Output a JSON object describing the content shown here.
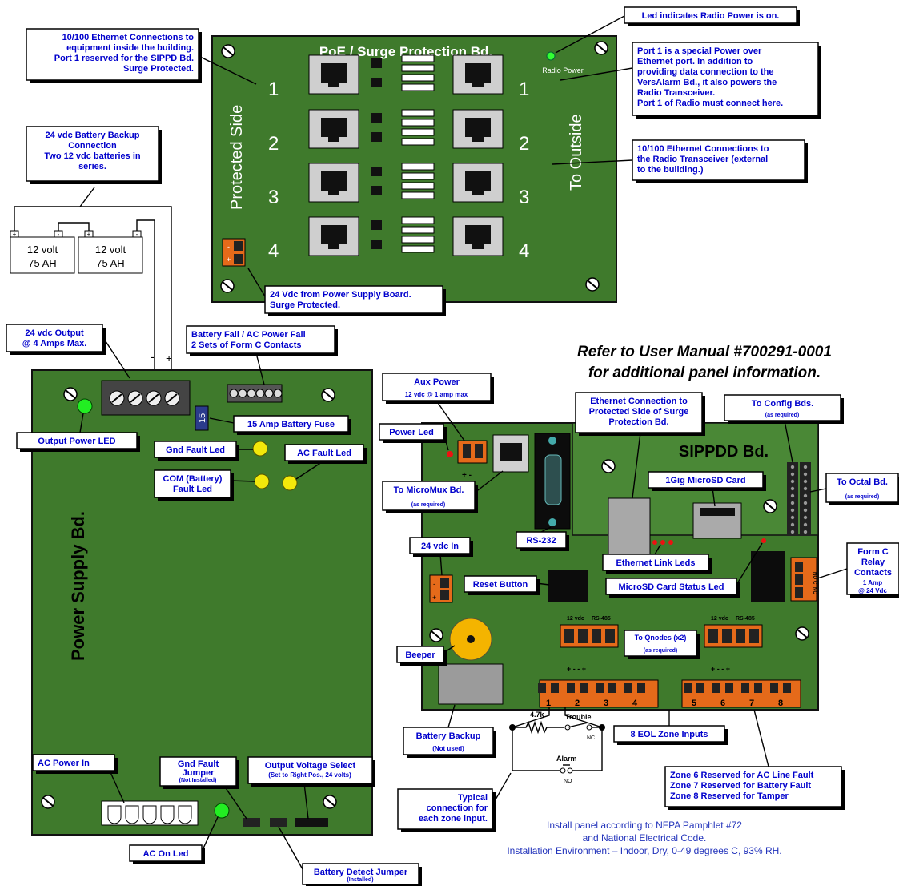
{
  "poe_board": {
    "title": "PoE / Surge Protection Bd.",
    "protected_side": "Protected Side",
    "to_outside": "To Outside",
    "radio_power": "Radio Power",
    "ports_left": [
      "1",
      "2",
      "3",
      "4"
    ],
    "ports_right": [
      "1",
      "2",
      "3",
      "4"
    ],
    "connector_pins": [
      "-",
      "+"
    ]
  },
  "callouts": {
    "ethernet_inside": [
      "10/100 Ethernet Connections to",
      "equipment inside the building.",
      "Port 1 reserved for the SIPPD Bd.",
      "Surge Protected."
    ],
    "led_radio": "Led indicates Radio Power is on.",
    "port1_poe": [
      "Port 1 is a special Power over",
      "Ethernet port. In addition to",
      "providing data connection to the",
      "VersAlarm Bd., it also powers the",
      "Radio Transceiver.",
      "Port 1 of Radio must connect here."
    ],
    "ethernet_radio": [
      "10/100 Ethernet Connections to",
      "the Radio Transceiver (external",
      "to the building.)"
    ],
    "poe_24vdc": [
      "24 Vdc from Power Supply Board.",
      "Surge Protected."
    ],
    "battery_backup": [
      "24 vdc Battery Backup",
      "Connection",
      "Two 12 vdc batteries in",
      "series."
    ],
    "output_24": [
      "24 vdc Output",
      "@ 4 Amps Max."
    ],
    "battery_fail": [
      "Battery Fail / AC Power Fail",
      "2 Sets of Form C Contacts"
    ],
    "fuse": "15 Amp Battery Fuse",
    "output_power_led": "Output Power LED",
    "gnd_fault_led": "Gnd Fault Led",
    "ac_fault_led": "AC Fault Led",
    "com_fault_led": [
      "COM (Battery)",
      "Fault Led"
    ],
    "ac_power_in": "AC Power In",
    "gnd_fault_jumper": [
      "Gnd Fault",
      "Jumper"
    ],
    "gnd_fault_jumper_sub": "(Not Installed)",
    "output_voltage": "Output Voltage Select",
    "output_voltage_sub": "(Set to Right Pos., 24 volts)",
    "ac_on_led": "AC On Led",
    "battery_detect": "Battery Detect Jumper",
    "battery_detect_sub": "(Installed)",
    "aux_power": "Aux Power",
    "aux_power_sub": "12 vdc @ 1 amp max",
    "power_led": "Power Led",
    "micromux": "To MicroMux Bd.",
    "micromux_sub": "(as required)",
    "eth_conn": [
      "Ethernet Connection to",
      "Protected Side of Surge",
      "Protection Bd."
    ],
    "config": "To Config Bds.",
    "config_sub": "(as required)",
    "octal": "To Octal Bd.",
    "octal_sub": "(as required)",
    "microsd": "1Gig MicroSD Card",
    "rs232": "RS-232",
    "eth_link": "Ethernet Link Leds",
    "v24_in": "24 vdc In",
    "reset": "Reset Button",
    "microsd_led": "MicroSD Card Status Led",
    "form_c": [
      "Form C",
      "Relay",
      "Contacts"
    ],
    "form_c_sub": [
      "1 Amp",
      "@ 24 Vdc"
    ],
    "beeper": "Beeper",
    "qnodes": "To Qnodes (x2)",
    "qnodes_sub": "(as required)",
    "battery_backup2": "Battery Backup",
    "battery_backup2_sub": "(Not used)",
    "eol": "8 EOL Zone Inputs",
    "typical": [
      "Typical",
      "connection for",
      "each zone input."
    ],
    "zones": [
      "Zone 6 Reserved for AC Line Fault",
      "Zone 7 Reserved for Battery Fault",
      "Zone 8 Reserved for Tamper"
    ]
  },
  "batteries": [
    {
      "l1": "12 volt",
      "l2": "75 AH"
    },
    {
      "l1": "12 volt",
      "l2": "75 AH"
    }
  ],
  "battery_terminals": [
    "+",
    "-",
    "+",
    "-"
  ],
  "psu_terminal_signs": [
    "-",
    "+"
  ],
  "psu": {
    "title": "Power Supply Bd.",
    "fuse_label": "15"
  },
  "sippd": {
    "title": "SIPPDD Bd.",
    "aux_pins": "+  -",
    "qnode_label_12": "12 vdc",
    "qnode_label_485": "RS-485",
    "qnode_pins": "+   -   -   +",
    "zone_numbers": [
      "1",
      "2",
      "3",
      "4",
      "5",
      "6",
      "7",
      "8"
    ],
    "relay_pins": [
      "NO",
      "C",
      "NC"
    ],
    "pin_24_minus": "-",
    "pin_24_plus": "+"
  },
  "zone_circuit": {
    "resistor": "4.7k",
    "trouble": "Trouble",
    "nc": "NC",
    "alarm": "Alarm",
    "no": "NO"
  },
  "manual_note": [
    "Refer to User Manual #700291-0001",
    "for additional panel information."
  ],
  "install_note": [
    "Install panel according to NFPA Pamphlet #72",
    "and National Electrical Code.",
    "Installation Environment – Indoor, Dry, 0-49 degrees C, 93% RH."
  ]
}
